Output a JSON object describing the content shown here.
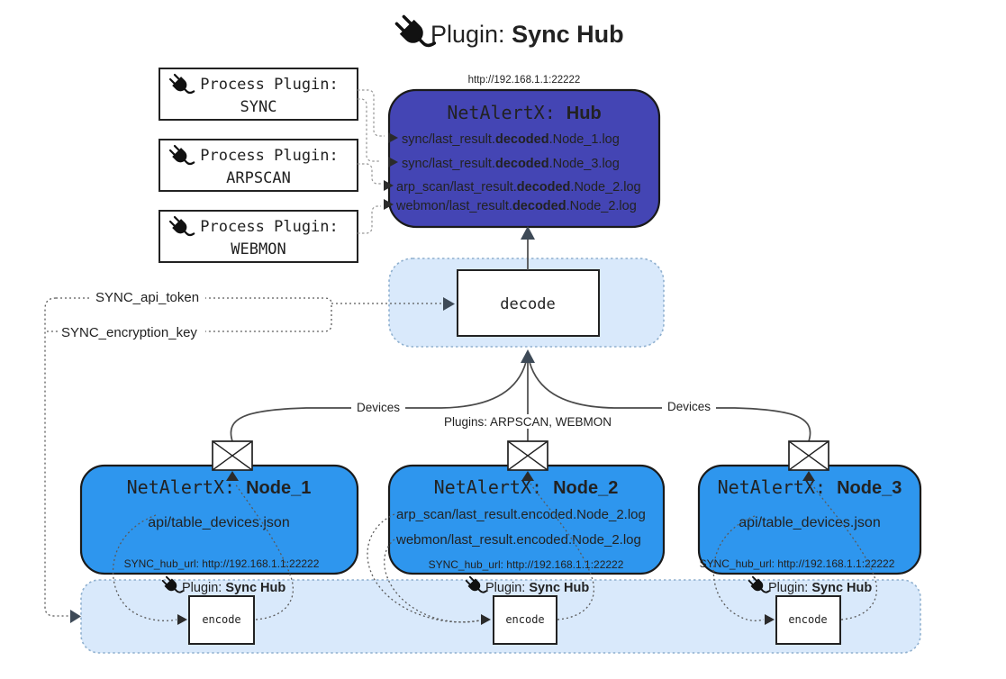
{
  "title": {
    "label_prefix": "Plugin: ",
    "label_bold": "Sync Hub"
  },
  "hub": {
    "url": "http://192.168.1.1:22222",
    "title_prefix": "NetAlertX: ",
    "title_bold": "Hub",
    "items": [
      {
        "pre": "sync/last_result.",
        "bold": "decoded",
        "post": ".Node_1.log"
      },
      {
        "pre": "sync/last_result.",
        "bold": "decoded",
        "post": ".Node_3.log"
      },
      {
        "pre": "arp_scan/last_result.",
        "bold": "decoded",
        "post": ".Node_2.log"
      },
      {
        "pre": "webmon/last_result.",
        "bold": "decoded",
        "post": ".Node_2.log"
      }
    ]
  },
  "process_plugins": [
    {
      "label": "Process Plugin:",
      "name": "SYNC"
    },
    {
      "label": "Process Plugin:",
      "name": "ARPSCAN"
    },
    {
      "label": "Process Plugin:",
      "name": "WEBMON"
    }
  ],
  "secrets": {
    "api_token": "SYNC_api_token",
    "encryption_key": "SYNC_encryption_key"
  },
  "decode_label": "decode",
  "edge_labels": {
    "devices_left": "Devices",
    "plugins_center": "Plugins: ARPSCAN, WEBMON",
    "devices_right": "Devices"
  },
  "nodes": [
    {
      "title_prefix": "NetAlertX: ",
      "title_bold": "Node_1",
      "items": [
        "api/table_devices.json"
      ],
      "hub_url": "SYNC_hub_url: http://192.168.1.1:22222"
    },
    {
      "title_prefix": "NetAlertX: ",
      "title_bold": "Node_2",
      "items": [
        "arp_scan/last_result.encoded.Node_2.log",
        "webmon/last_result.encoded.Node_2.log"
      ],
      "hub_url": "SYNC_hub_url: http://192.168.1.1:22222"
    },
    {
      "title_prefix": "NetAlertX: ",
      "title_bold": "Node_3",
      "items": [
        "api/table_devices.json"
      ],
      "hub_url": "SYNC_hub_url: http://192.168.1.1:22222"
    }
  ],
  "encoders": {
    "plugin_prefix": "Plugin: ",
    "plugin_bold": "Sync Hub",
    "label": "encode"
  },
  "colors": {
    "hub_fill": "#4445b4",
    "node_fill": "#2e96ee",
    "container_fill": "#d9e9fb",
    "container_border": "#8fb0cf",
    "outline": "#1a1a1a"
  }
}
